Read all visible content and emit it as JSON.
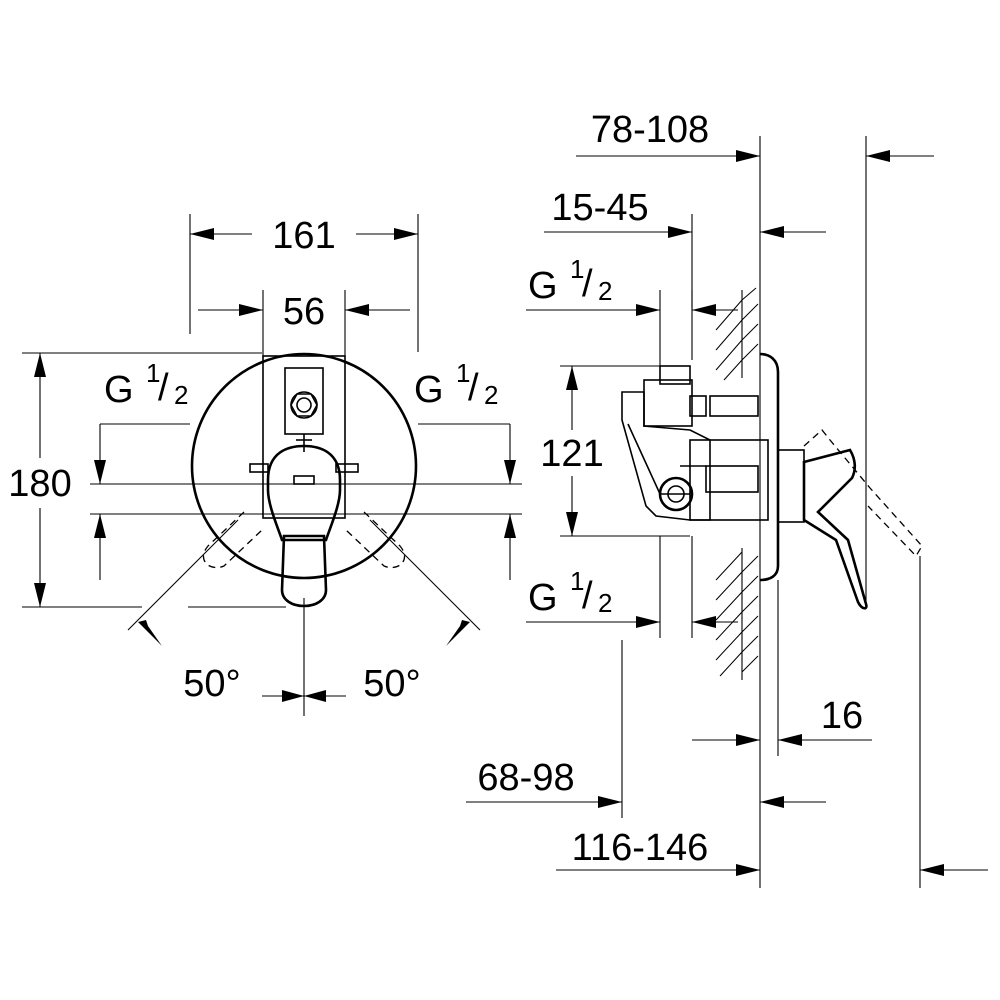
{
  "front_view": {
    "width_overall": "161",
    "width_body": "56",
    "height_overall": "180",
    "inlet_left": {
      "letter": "G",
      "num": "1",
      "slash": "/",
      "den": "2"
    },
    "inlet_right": {
      "letter": "G",
      "num": "1",
      "slash": "/",
      "den": "2"
    },
    "angle_left": "50°",
    "angle_right": "50°"
  },
  "side_view": {
    "depth_max": "78-108",
    "depth_body": "15-45",
    "inlet_top": {
      "letter": "G",
      "num": "1",
      "slash": "/",
      "den": "2"
    },
    "inlet_bottom": {
      "letter": "G",
      "num": "1",
      "slash": "/",
      "den": "2"
    },
    "height_body": "121",
    "plate_thickness": "16",
    "depth_min_body": "68-98",
    "depth_total": "116-146"
  }
}
